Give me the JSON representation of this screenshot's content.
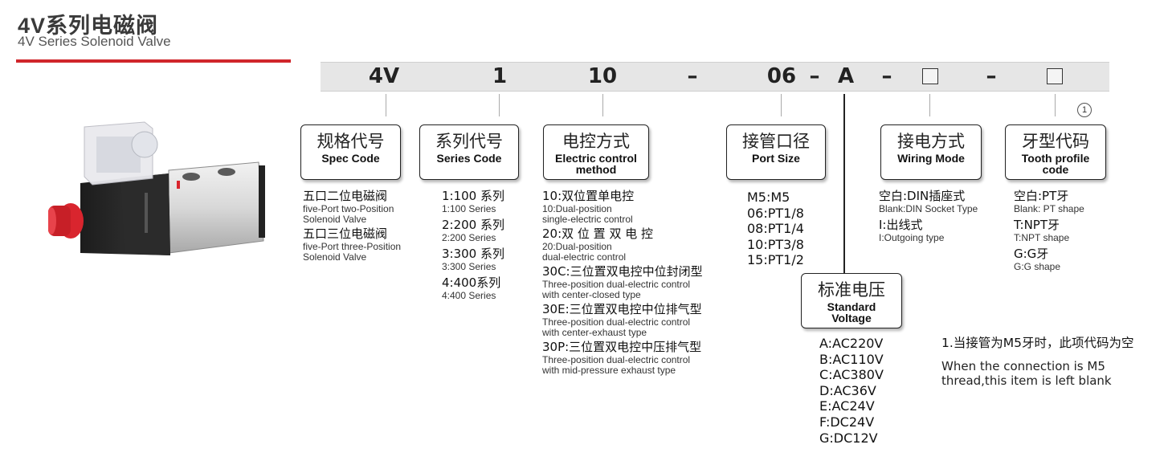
{
  "header": {
    "title_cn": "4V系列电磁阀",
    "title_en": "4V Series Solenoid Valve"
  },
  "code_bar": {
    "seg1": "4V",
    "seg2": "1",
    "seg3": "10",
    "dash1": "–",
    "seg4": "06",
    "dash2": "–",
    "seg5": "A",
    "dash3": "–",
    "dash4": "–"
  },
  "note_marker": "1",
  "labels": {
    "spec": {
      "cn": "规格代号",
      "en": "Spec Code"
    },
    "series": {
      "cn": "系列代号",
      "en": "Series Code"
    },
    "control": {
      "cn": "电控方式",
      "en1": "Electric control",
      "en2": "method"
    },
    "port": {
      "cn": "接管口径",
      "en": "Port Size"
    },
    "wiring": {
      "cn": "接电方式",
      "en": "Wiring Mode"
    },
    "tooth": {
      "cn": "牙型代码",
      "en1": "Tooth profile",
      "en2": "code"
    },
    "voltage": {
      "cn": "标准电压",
      "en1": "Standard",
      "en2": "Voltage"
    }
  },
  "spec_items": [
    {
      "cn": "五口二位电磁阀",
      "en1": "five-Port  two-Position",
      "en2": "Solenoid Valve"
    },
    {
      "cn": "五口三位电磁阀",
      "en1": "five-Port  three-Position",
      "en2": "Solenoid Valve"
    }
  ],
  "series_items": [
    {
      "cn": "1:100 系列",
      "en": "1:100 Series"
    },
    {
      "cn": "2:200 系列",
      "en": "2:200 Series"
    },
    {
      "cn": "3:300 系列",
      "en": "3:300 Series"
    },
    {
      "cn": "4:400系列",
      "en": "4:400 Series"
    }
  ],
  "control_items": [
    {
      "cn": "10:双位置单电控",
      "en1": "10:Dual-position",
      "en2": "single-electric control"
    },
    {
      "cn": "20:双 位 置 双 电 控",
      "en1": "20:Dual-position",
      "en2": "dual-electric control"
    },
    {
      "cn": "30C:三位置双电控中位封闭型",
      "en1": "Three-position dual-electric control",
      "en2": "with center-closed type"
    },
    {
      "cn": "30E:三位置双电控中位排气型",
      "en1": "Three-position dual-electric control",
      "en2": "with center-exhaust type"
    },
    {
      "cn": "30P:三位置双电控中压排气型",
      "en1": "Three-position dual-electric control",
      "en2": "with mid-pressure exhaust type"
    }
  ],
  "port_items": [
    "M5:M5",
    "06:PT1/8",
    "08:PT1/4",
    "10:PT3/8",
    "15:PT1/2"
  ],
  "wiring_items": [
    {
      "cn": "空白:DIN插座式",
      "en": "Blank:DIN Socket Type"
    },
    {
      "cn": "I:出线式",
      "en": "I:Outgoing type"
    }
  ],
  "tooth_items": [
    {
      "cn": "空白:PT牙",
      "en": "Blank: PT shape"
    },
    {
      "cn": "T:NPT牙",
      "en": "T:NPT shape"
    },
    {
      "cn": "G:G牙",
      "en": "G:G shape"
    }
  ],
  "voltage_items": [
    "A:AC220V",
    "B:AC110V",
    "C:AC380V",
    "D:AC36V",
    "E:AC24V",
    "F:DC24V",
    "G:DC12V"
  ],
  "note": {
    "cn": "1.当接管为M5牙时，此项代码为空",
    "en1": "When the connection is M5",
    "en2": "thread,this item is left blank"
  },
  "colors": {
    "accent_rule": "#d0262b",
    "code_bar": "#e6e6e6",
    "valve_red": "#d9252e"
  }
}
